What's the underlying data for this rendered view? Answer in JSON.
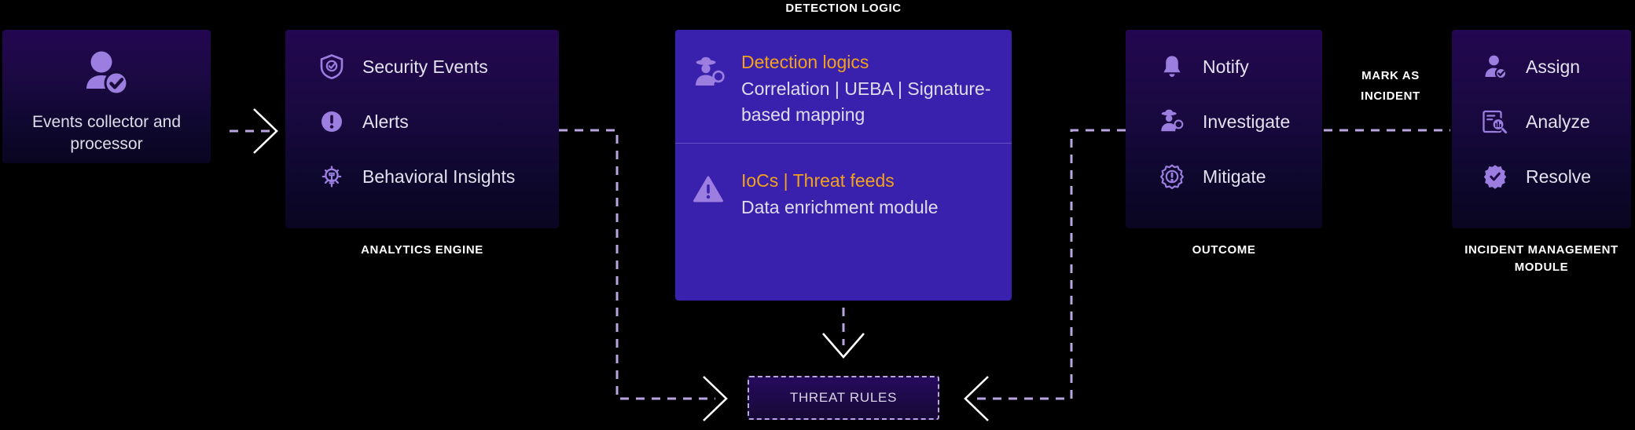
{
  "diagram": {
    "title": "DETECTION LOGIC",
    "background_color": "#000000",
    "accent_orange": "#f3a21c",
    "accent_purple": "#9b7ee0",
    "card_bright_color": "#3a21ad",
    "connector_color": "#b9a5e0"
  },
  "collector": {
    "icon": "user-check-icon",
    "label": "Events collector and processor"
  },
  "analytics": {
    "caption": "ANALYTICS ENGINE",
    "items": [
      {
        "icon": "shield-check-icon",
        "label": "Security Events"
      },
      {
        "icon": "alert-circle-icon",
        "label": "Alerts"
      },
      {
        "icon": "lightbulb-gear-icon",
        "label": "Behavioral Insights"
      }
    ]
  },
  "detection": {
    "caption": "DETECTION LOGIC",
    "sections": [
      {
        "icon": "detective-icon",
        "title": "Detection logics",
        "body": "Correlation | UEBA | Signature-based mapping"
      },
      {
        "icon": "warning-triangle-icon",
        "title": "IoCs | Threat feeds",
        "body": "Data enrichment module"
      }
    ]
  },
  "outcome": {
    "caption": "OUTCOME",
    "items": [
      {
        "icon": "bell-icon",
        "label": "Notify"
      },
      {
        "icon": "detective-icon",
        "label": "Investigate"
      },
      {
        "icon": "gear-alert-icon",
        "label": "Mitigate"
      }
    ]
  },
  "incident": {
    "caption": "INCIDENT MANAGEMENT MODULE",
    "items": [
      {
        "icon": "person-check-icon",
        "label": "Assign"
      },
      {
        "icon": "document-search-icon",
        "label": "Analyze"
      },
      {
        "icon": "badge-check-icon",
        "label": "Resolve"
      }
    ]
  },
  "mark_as_incident": {
    "label": "MARK AS INCIDENT"
  },
  "threat_rules": {
    "label": "THREAT RULES"
  }
}
